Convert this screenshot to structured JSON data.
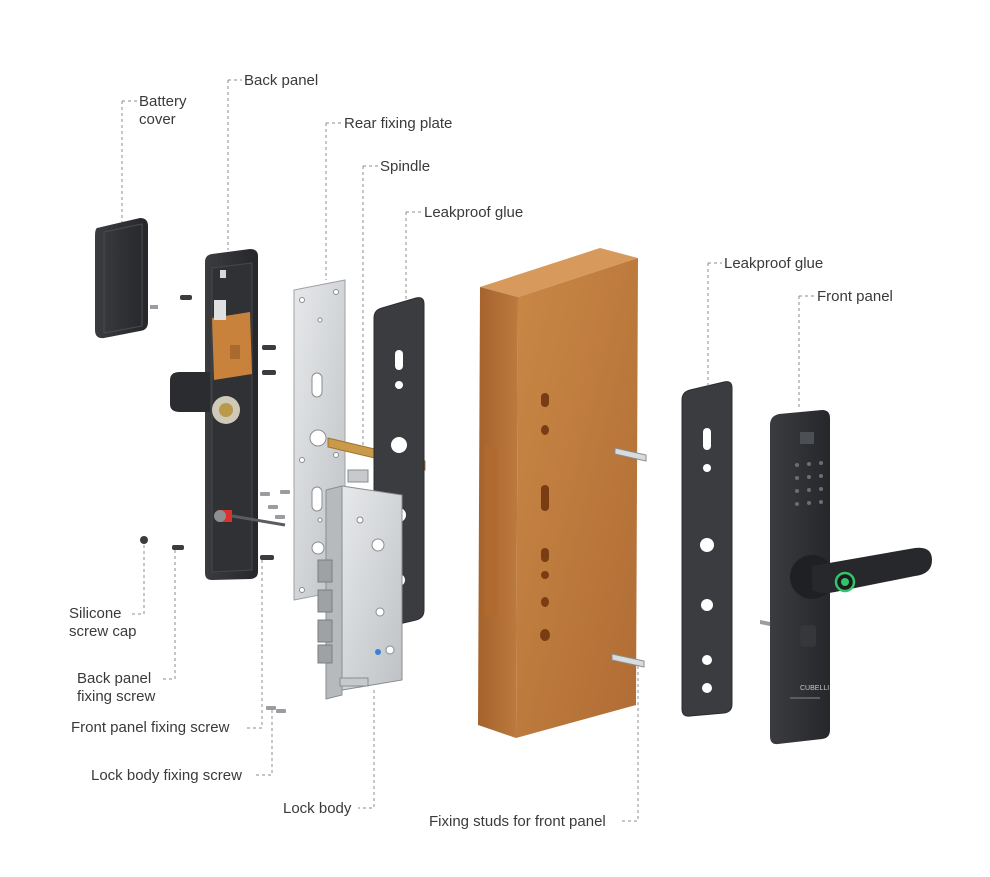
{
  "labels": {
    "battery_cover": [
      "Battery",
      "cover"
    ],
    "back_panel": "Back panel",
    "rear_fixing_plate": "Rear fixing plate",
    "spindle": "Spindle",
    "leakproof_glue_rear": "Leakproof glue",
    "leakproof_glue_front": "Leakproof glue",
    "front_panel": "Front panel",
    "silicone_screw_cap": [
      "Silicone",
      "screw cap"
    ],
    "back_panel_fixing_screw": [
      "Back panel",
      "fixing screw"
    ],
    "front_panel_fixing_screw": "Front panel fixing screw",
    "lock_body_fixing_screw": "Lock body fixing screw",
    "lock_body": "Lock body",
    "fixing_studs": "Fixing studs for front panel"
  },
  "colors": {
    "panel_dark": "#2b2d30",
    "plate_silver": "#d4d6d8",
    "door_wood": "#c07a40",
    "brass": "#c99a4a",
    "leader_line": "#8c8c8c",
    "fingerprint_green": "#35c46a"
  },
  "front_panel_brand": "CUBELLI"
}
